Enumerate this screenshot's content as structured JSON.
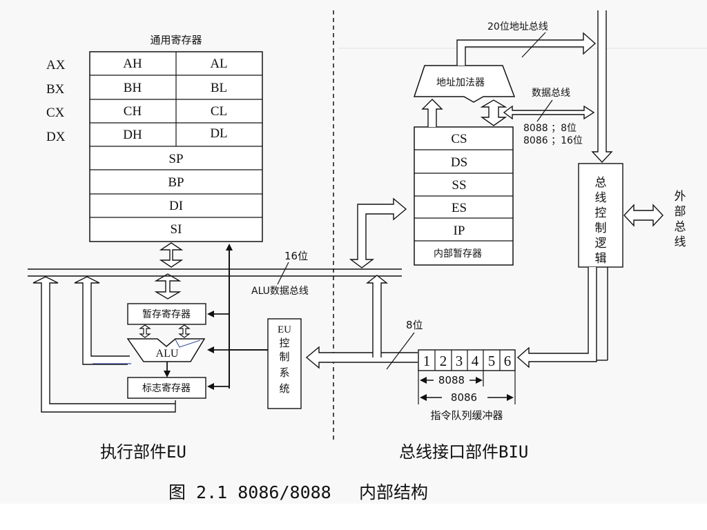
{
  "eu": {
    "gp_title": "通用寄存器",
    "reg_names": [
      "AX",
      "BX",
      "CX",
      "DX"
    ],
    "byte_regs": [
      [
        "AH",
        "AL"
      ],
      [
        "BH",
        "BL"
      ],
      [
        "CH",
        "CL"
      ],
      [
        "DH",
        "DL"
      ]
    ],
    "word_regs": [
      "SP",
      "BP",
      "DI",
      "SI"
    ],
    "temp_reg": "暂存寄存器",
    "alu": "ALU",
    "flags_reg": "标志寄存器",
    "eu_control": [
      "EU",
      "控",
      "制",
      "系",
      "统"
    ],
    "alu_bus_label": "ALU数据总线",
    "alu_bus_width": "16位",
    "unit_label": "执行部件EU"
  },
  "biu": {
    "address_adder": "地址加法器",
    "address_bus_label": "20位地址总线",
    "data_bus_label": "数据总线",
    "data_bus_widths": [
      "8088 ；8位",
      "8086 ；16位"
    ],
    "segment_regs": [
      "CS",
      "DS",
      "SS",
      "ES",
      "IP"
    ],
    "internal_temp": "内部暂存器",
    "bus_control": [
      "总",
      "线",
      "控",
      "制",
      "逻",
      "辑"
    ],
    "external_bus": [
      "外",
      "部",
      "总",
      "线"
    ],
    "queue_width": "8位",
    "queue_cells": [
      "1",
      "2",
      "3",
      "4",
      "5",
      "6"
    ],
    "queue_8088": "8088",
    "queue_8086": "8086",
    "queue_label": "指令队列缓冲器",
    "unit_label": "总线接口部件BIU"
  },
  "caption": {
    "figure": "图 2.1 8086/8088",
    "title": "内部结构"
  }
}
